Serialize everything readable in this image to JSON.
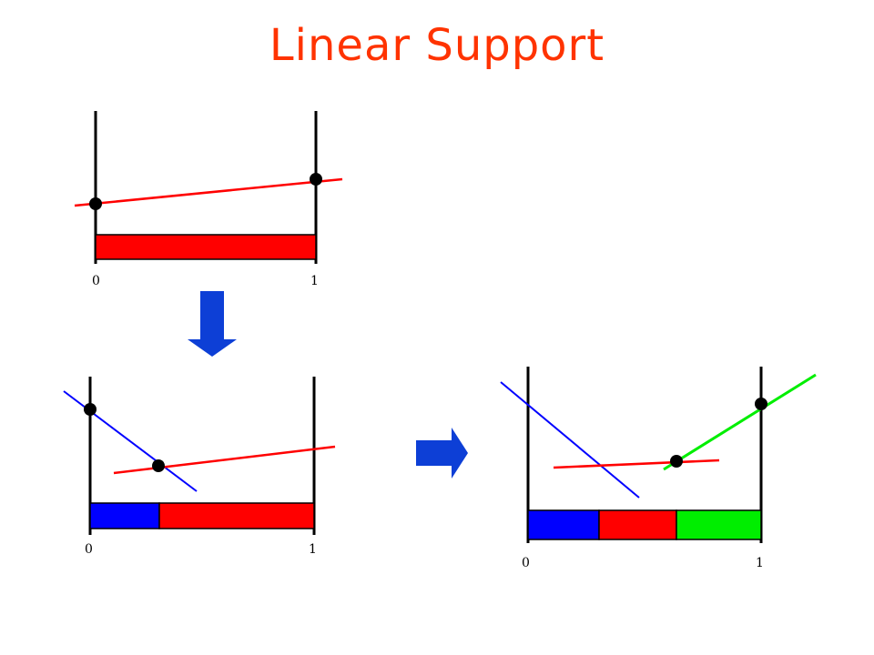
{
  "title": "Linear Support",
  "colors": {
    "title": "#ff3300",
    "red": "#ff0000",
    "blue": "#0000ff",
    "green": "#00ee00",
    "arrow": "#0d3fd6",
    "point": "#000000"
  },
  "panels": [
    {
      "id": "top",
      "tick_left": "0",
      "tick_right": "1",
      "bar_segments": [
        {
          "color": "red",
          "from": 0,
          "to": 1
        }
      ]
    },
    {
      "id": "bottom-left",
      "tick_left": "0",
      "tick_right": "1",
      "bar_segments": [
        {
          "color": "blue",
          "from": 0,
          "to": 0.31
        },
        {
          "color": "red",
          "from": 0.31,
          "to": 1
        }
      ]
    },
    {
      "id": "bottom-right",
      "tick_left": "0",
      "tick_right": "1",
      "bar_segments": [
        {
          "color": "blue",
          "from": 0,
          "to": 0.31
        },
        {
          "color": "red",
          "from": 0.31,
          "to": 0.63
        },
        {
          "color": "green",
          "from": 0.63,
          "to": 1
        }
      ]
    }
  ],
  "arrows": [
    {
      "direction": "down",
      "icon": "arrow-down-icon"
    },
    {
      "direction": "right",
      "icon": "arrow-right-icon"
    }
  ]
}
